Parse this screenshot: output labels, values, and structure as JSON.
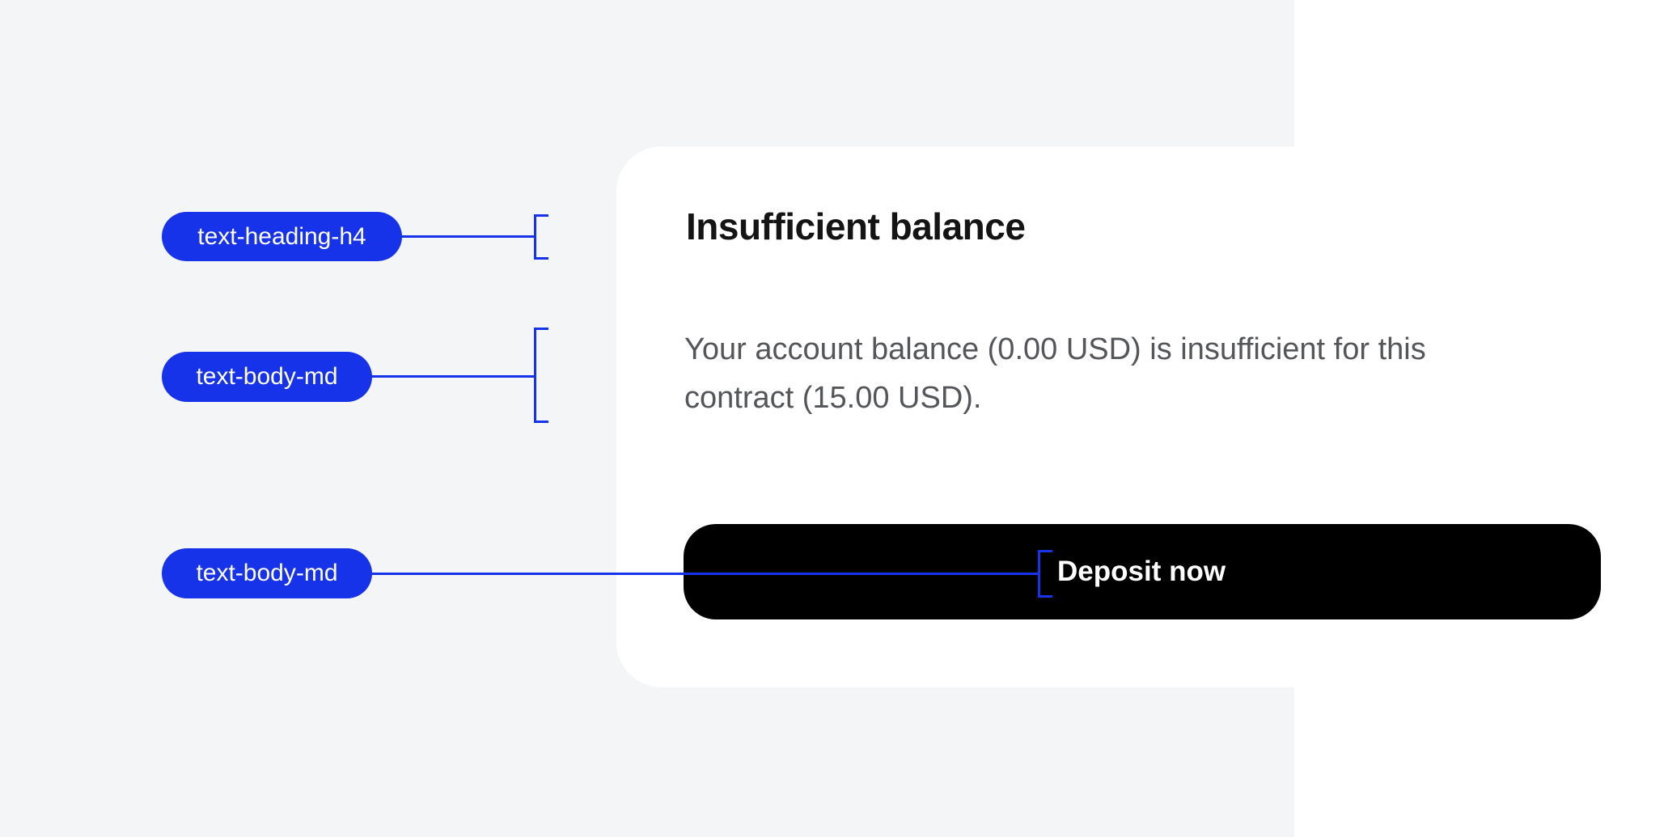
{
  "page": {
    "background_color": "#f4f5f7"
  },
  "annotations": {
    "accent_color": "#1733e9",
    "labels": [
      {
        "text": "text-heading-h4",
        "target": "dialog-title"
      },
      {
        "text": "text-body-md",
        "target": "dialog-body"
      },
      {
        "text": "text-body-md",
        "target": "button-label"
      }
    ]
  },
  "dialog": {
    "title": "Insufficient balance",
    "body_line1": "Your account balance (0.00 USD) is insufficient for this",
    "body_line2": "contract (15.00 USD).",
    "button_label": "Deposit now",
    "colors": {
      "card_background": "#ffffff",
      "title_text": "#141414",
      "body_text": "#54565a",
      "button_background": "#000000",
      "button_text": "#ffffff"
    }
  }
}
